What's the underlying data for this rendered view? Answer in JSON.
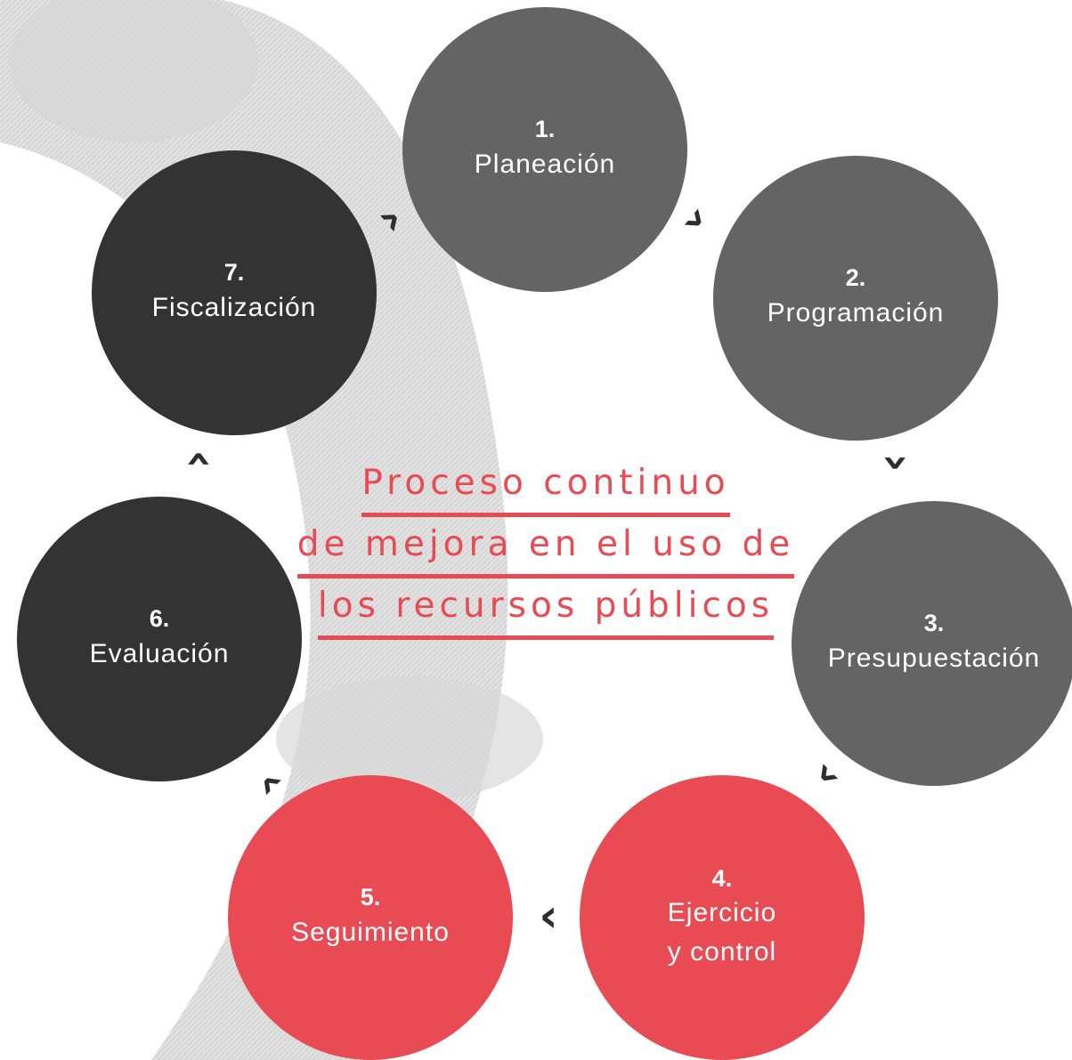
{
  "diagram": {
    "title_lines": [
      "Proceso continuo",
      "de mejora en el uso de",
      "los recursos públicos"
    ],
    "stages": [
      {
        "number": "1.",
        "name": "Planeación",
        "color": "#646464"
      },
      {
        "number": "2.",
        "name": "Programación",
        "color": "#646464"
      },
      {
        "number": "3.",
        "name": "Presupuestación",
        "color": "#646464"
      },
      {
        "number": "4.",
        "name": "Ejercicio\ny control",
        "color": "#e84b53"
      },
      {
        "number": "5.",
        "name": "Seguimiento",
        "color": "#e84b53"
      },
      {
        "number": "6.",
        "name": "Evaluación",
        "color": "#333333"
      },
      {
        "number": "7.",
        "name": "Fiscalización",
        "color": "#333333"
      }
    ],
    "connector_glyph": "›",
    "colors": {
      "accent": "#e84b53",
      "gray": "#646464",
      "dark": "#333333",
      "arrow": "#2e2e2e"
    }
  }
}
